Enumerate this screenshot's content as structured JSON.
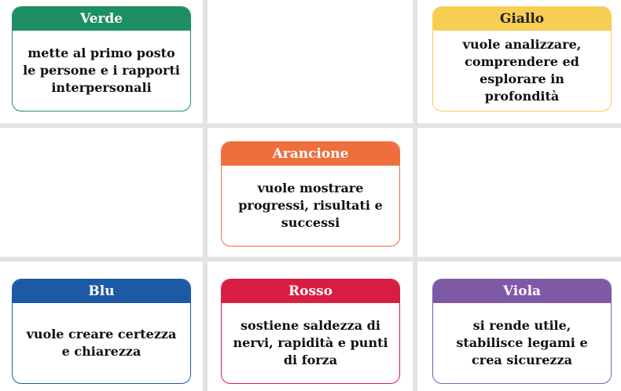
{
  "colors": {
    "verde": "#1e8e63",
    "giallo": "#f7cd53",
    "arancione": "#ee6f3c",
    "blu": "#1c5aa5",
    "rosso": "#d81e40",
    "viola": "#7e5aa6",
    "grid": "#e3e3e3"
  },
  "cards": [
    {
      "key": "verde",
      "title": "Verde",
      "text": "mette al primo posto le persone e i rapporti interpersonali"
    },
    {
      "key": "giallo",
      "title": "Giallo",
      "text": "vuole analizzare, comprendere ed esplorare in profondità"
    },
    {
      "key": "arancione",
      "title": "Arancione",
      "text": "vuole mostrare progressi, risultati e successi"
    },
    {
      "key": "blu",
      "title": "Blu",
      "text": "vuole creare certezza e chiarezza"
    },
    {
      "key": "rosso",
      "title": "Rosso",
      "text": "sostiene saldezza di nervi, rapidità e punti di forza"
    },
    {
      "key": "viola",
      "title": "Viola",
      "text": "si rende utile, stabilisce legami e crea sicurezza"
    }
  ]
}
